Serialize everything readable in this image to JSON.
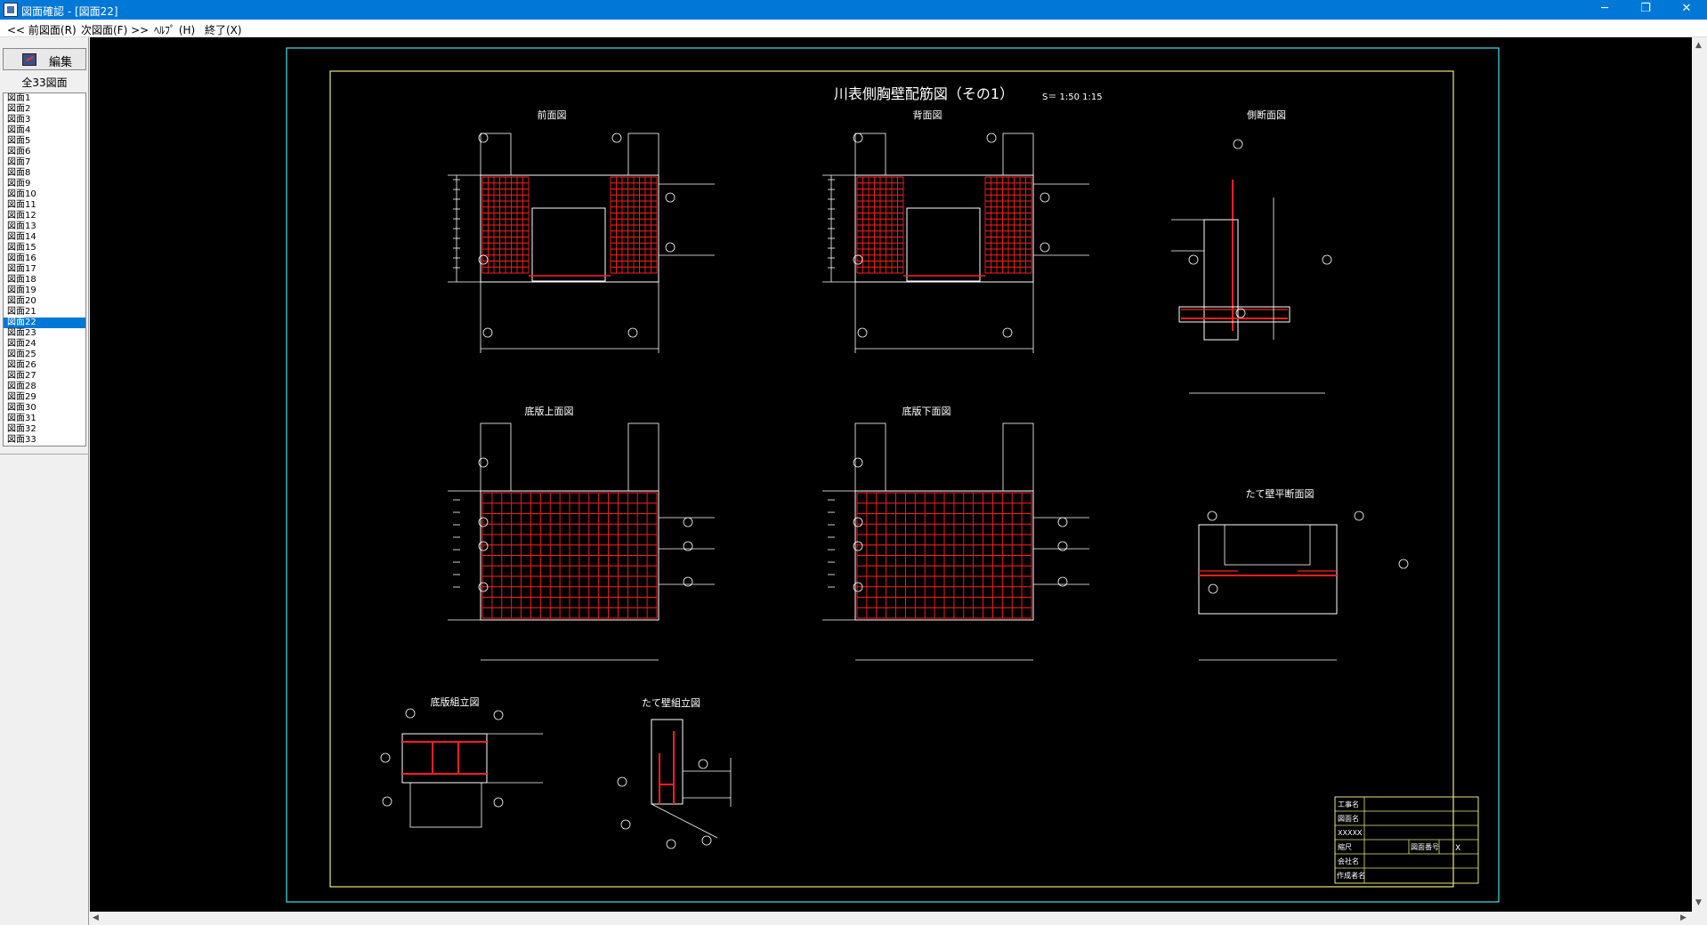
{
  "window": {
    "title": "図面確認 - [図面22]",
    "controls": {
      "minimize": "─",
      "restore": "❐",
      "close": "✕"
    }
  },
  "menu": {
    "prev": "<< 前図面(R)",
    "next": "次図面(F) >>",
    "help": "ﾍﾙﾌﾟ (H)",
    "exit": "終了(X)"
  },
  "panel": {
    "edit_label": "編集",
    "total_label": "全33図面",
    "selected_index": 21,
    "items": [
      "図面1",
      "図面2",
      "図面3",
      "図面4",
      "図面5",
      "図面6",
      "図面7",
      "図面8",
      "図面9",
      "図面10",
      "図面11",
      "図面12",
      "図面13",
      "図面14",
      "図面15",
      "図面16",
      "図面17",
      "図面18",
      "図面19",
      "図面20",
      "図面21",
      "図面22",
      "図面23",
      "図面24",
      "図面25",
      "図面26",
      "図面27",
      "図面28",
      "図面29",
      "図面30",
      "図面31",
      "図面32",
      "図面33"
    ]
  },
  "drawing": {
    "title": "川表側胸壁配筋図（その1）",
    "scale": "S＝ 1:50 1:15",
    "views": {
      "front": "前面図",
      "back": "背面図",
      "side": "側断面図",
      "base_top": "底版上面図",
      "base_bottom": "底版下面図",
      "wall_plan": "たて壁平断面図",
      "base_assembly": "底版組立図",
      "wall_assembly": "たて壁組立図"
    },
    "titleblock": {
      "rows": [
        "工事名",
        "図面名",
        "XXXXX",
        "縮尺",
        "会社名",
        "作成者名"
      ],
      "drawing_no": "図面番号",
      "mark": "X"
    },
    "colors": {
      "line": "#ffffff",
      "rebar": "#ff2020",
      "frame_outer": "#39c6c6",
      "frame_inner": "#e8e87a"
    }
  }
}
